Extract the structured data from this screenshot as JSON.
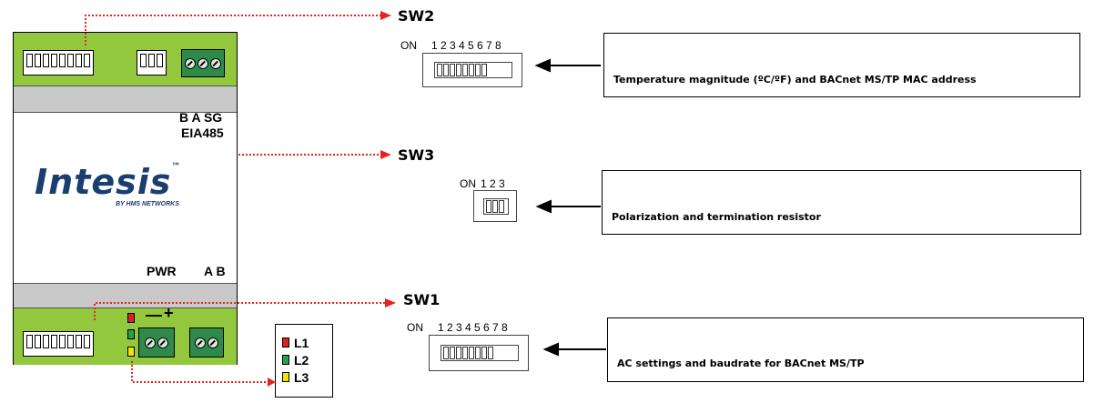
{
  "device": {
    "rs485_pins": "B A SG",
    "rs485_name": "EIA485",
    "logo": "Intesis",
    "logo_tm": "™",
    "logo_sub": "BY HMS NETWORKS",
    "pwr_label": "PWR",
    "ab_label": "A B",
    "minus": "—",
    "plus": "+"
  },
  "switches": {
    "sw2": {
      "title": "SW2",
      "on_label": "ON",
      "numbers": "1 2 3 4 5 6 7 8",
      "description": "Temperature magnitude (ºC/ºF) and BACnet MS/TP MAC address"
    },
    "sw3": {
      "title": "SW3",
      "on_label": "ON",
      "numbers": "1 2 3",
      "description": "Polarization and termination resistor"
    },
    "sw1": {
      "title": "SW1",
      "on_label": "ON",
      "numbers": "1 2 3 4 5 6 7 8",
      "description": "AC settings and baudrate for BACnet MS/TP"
    }
  },
  "leds": [
    {
      "label": "L1",
      "color": "#e02020"
    },
    {
      "label": "L2",
      "color": "#2aa048"
    },
    {
      "label": "L3",
      "color": "#f2e600"
    }
  ],
  "colors": {
    "connector_green": "#93c83e",
    "terminal_green": "#2f8a4a",
    "leader_red": "#e8231f",
    "logo_blue": "#1a3e6e"
  }
}
